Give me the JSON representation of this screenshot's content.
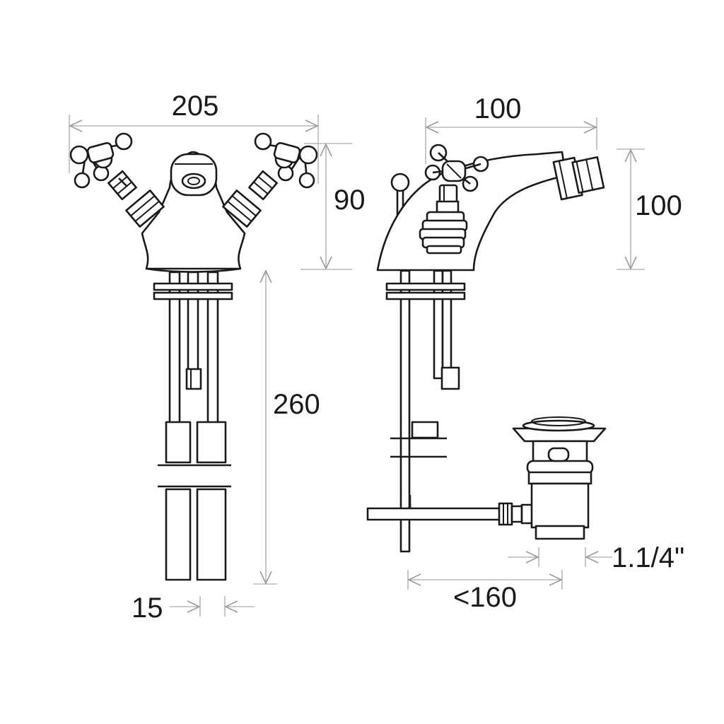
{
  "dimensions": {
    "front_width": "205",
    "front_spout_height": "90",
    "front_tail_length": "260",
    "front_tail_width": "15",
    "side_reach": "100",
    "side_height": "100",
    "waste_thread": "1.1/4\"",
    "waste_length": "<160"
  }
}
